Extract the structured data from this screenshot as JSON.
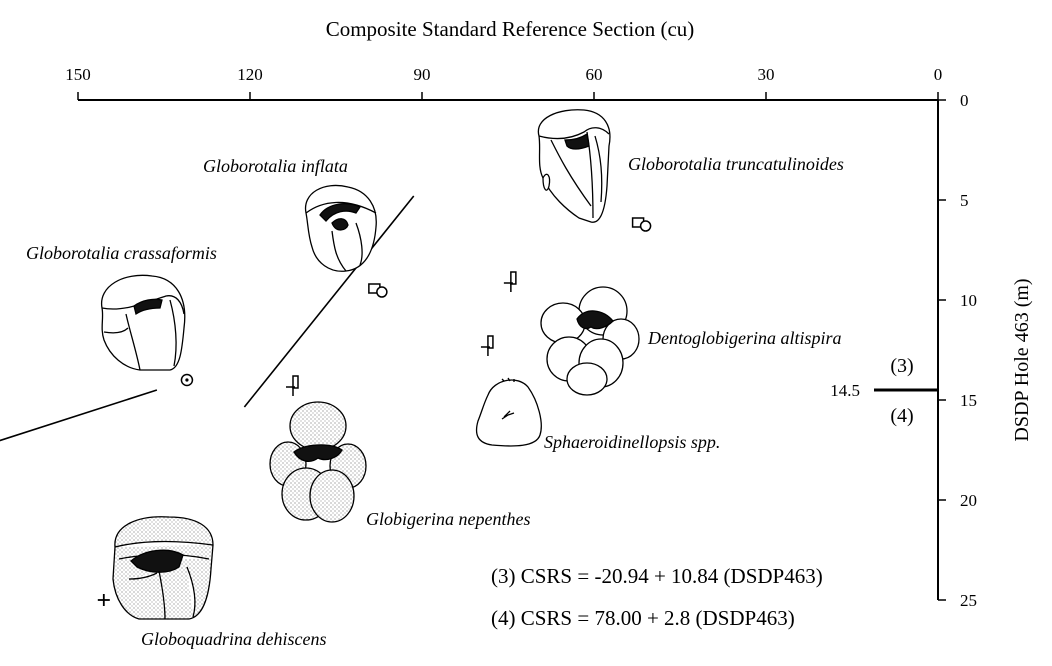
{
  "chart_data": {
    "type": "scatter",
    "title": "Composite Standard Reference Section (cu)",
    "xlabel": "Composite Standard Reference Section (cu)",
    "ylabel": "DSDP Hole 463 (m)",
    "xlim": [
      150,
      0
    ],
    "ylim": [
      0,
      25
    ],
    "x_ticks": [
      "150",
      "120",
      "90",
      "60",
      "30",
      "0"
    ],
    "x_tick_values": [
      150,
      120,
      90,
      60,
      30,
      0
    ],
    "y_ticks": [
      "0",
      "5",
      "10",
      "15",
      "20",
      "25"
    ],
    "y_tick_values": [
      0,
      5,
      10,
      15,
      20,
      25
    ],
    "x_axis_position": "top",
    "y_axis_position": "right",
    "grid": false,
    "species": [
      {
        "name": "Globorotalia truncatulinoides",
        "x": 51,
        "y": 6.3,
        "marker": "box-circle"
      },
      {
        "name": "Globorotalia inflata",
        "x": 97,
        "y": 9.6,
        "marker": "box-circle"
      },
      {
        "name": "Globorotalia crassaformis",
        "x": 131,
        "y": 14.0,
        "marker": "dot-circle"
      },
      {
        "name": "Dentoglobigerina altispira",
        "x": 74.5,
        "y": 9.3,
        "marker": "bar-down"
      },
      {
        "name": "Sphaeroidinellopsis spp.",
        "x": 78.5,
        "y": 12.5,
        "marker": "bar-down"
      },
      {
        "name": "Globigerina nepenthes",
        "x": 112.5,
        "y": 14.5,
        "marker": "bar-down"
      },
      {
        "name": "Globoquadrina dehiscens",
        "x": 145.5,
        "y": 25.0,
        "marker": "plus"
      }
    ],
    "regression_lines": [
      {
        "label": "(3)",
        "equation": "(3) CSRS = -20.94 + 10.84 (DSDP463)",
        "intercept": -20.94,
        "slope": 10.84,
        "y_range": [
          14.5,
          25.0
        ]
      },
      {
        "label": "(4)",
        "equation": "(4) CSRS = 78.00 + 2.8 (DSDP463)",
        "intercept": 78.0,
        "slope": 2.8,
        "y_range": [
          4.8,
          15.35
        ]
      }
    ],
    "boundary": {
      "depth": 14.5,
      "label": "14.5",
      "above_label": "(3)",
      "below_label": "(4)"
    }
  }
}
